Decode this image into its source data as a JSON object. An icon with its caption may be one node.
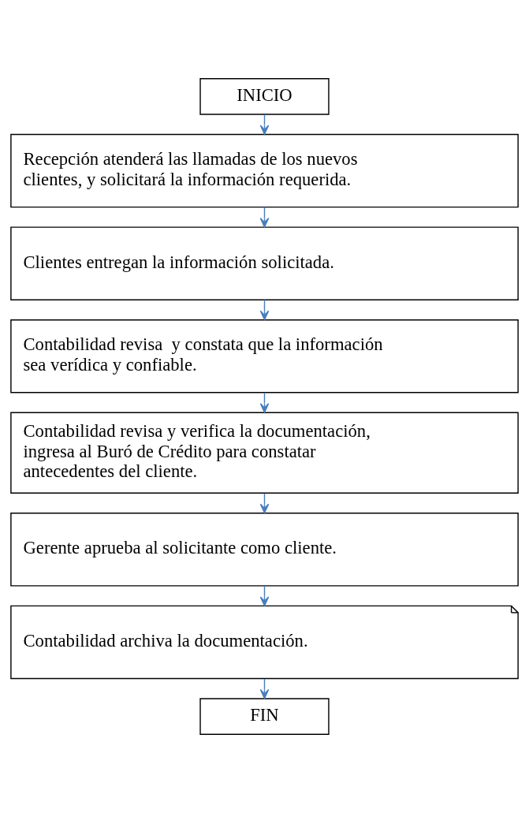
{
  "diagram": {
    "nodes": [
      {
        "text": [
          "INICIO"
        ]
      },
      {
        "text": [
          "Recepción atenderá las llamadas de los nuevos clientes, y solicitará la información requerida."
        ]
      },
      {
        "text": [
          "Clientes entregan la información solicitada."
        ]
      },
      {
        "text": [
          "Contabilidad revisa  y constata que la información sea verídica y confiable."
        ]
      },
      {
        "text": [
          "Contabilidad revisa y verifica la documentación, ingresa al Buró de Crédito para constatar antecedentes del cliente."
        ]
      },
      {
        "text": [
          "Gerente aprueba al solicitante como cliente."
        ]
      },
      {
        "text": [
          "Contabilidad archiva la documentación."
        ]
      },
      {
        "text": [
          "FIN"
        ]
      }
    ],
    "edges": [
      {
        "from": 0,
        "to": 1,
        "arrow": "to"
      },
      {
        "from": 1,
        "to": 2,
        "arrow": "to"
      },
      {
        "from": 2,
        "to": 3,
        "arrow": "to"
      },
      {
        "from": 3,
        "to": 4,
        "arrow": "to"
      },
      {
        "from": 4,
        "to": 5,
        "arrow": "to"
      },
      {
        "from": 5,
        "to": 6,
        "arrow": "to"
      },
      {
        "from": 6,
        "to": 7,
        "arrow": "to"
      }
    ]
  }
}
